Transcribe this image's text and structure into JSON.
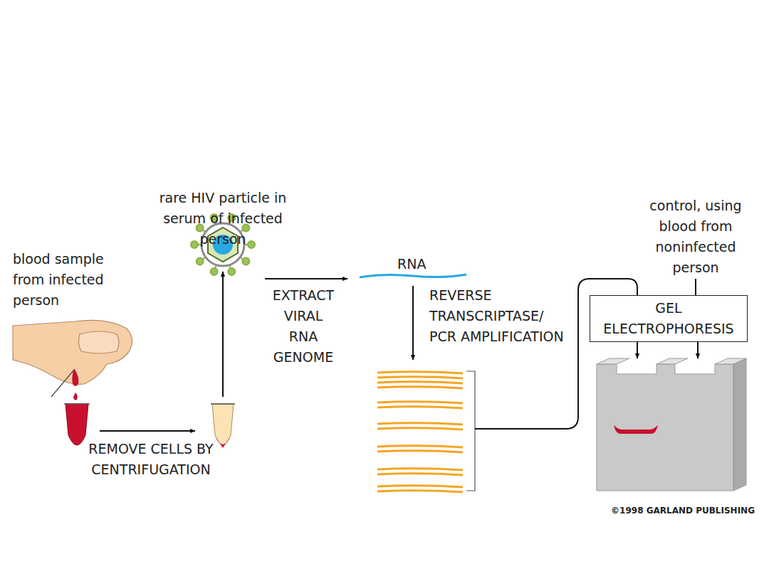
{
  "diagram": {
    "nodes": [
      {
        "text": [
          "GEL ELECTROPHORESIS"
        ]
      }
    ],
    "labels": [
      "blood sample from infected person",
      "rare HIV particle in serum of infected person",
      "EXTRACT VIRAL RNA GENOME",
      "RNA",
      "REVERSE TRANSCRIPTASE/ PCR AMPLIFICATION",
      "REMOVE CELLS BY CENTRIFUGATION",
      "control, using blood from noninfected person",
      "©1998 GARLAND PUBLISHING"
    ]
  }
}
